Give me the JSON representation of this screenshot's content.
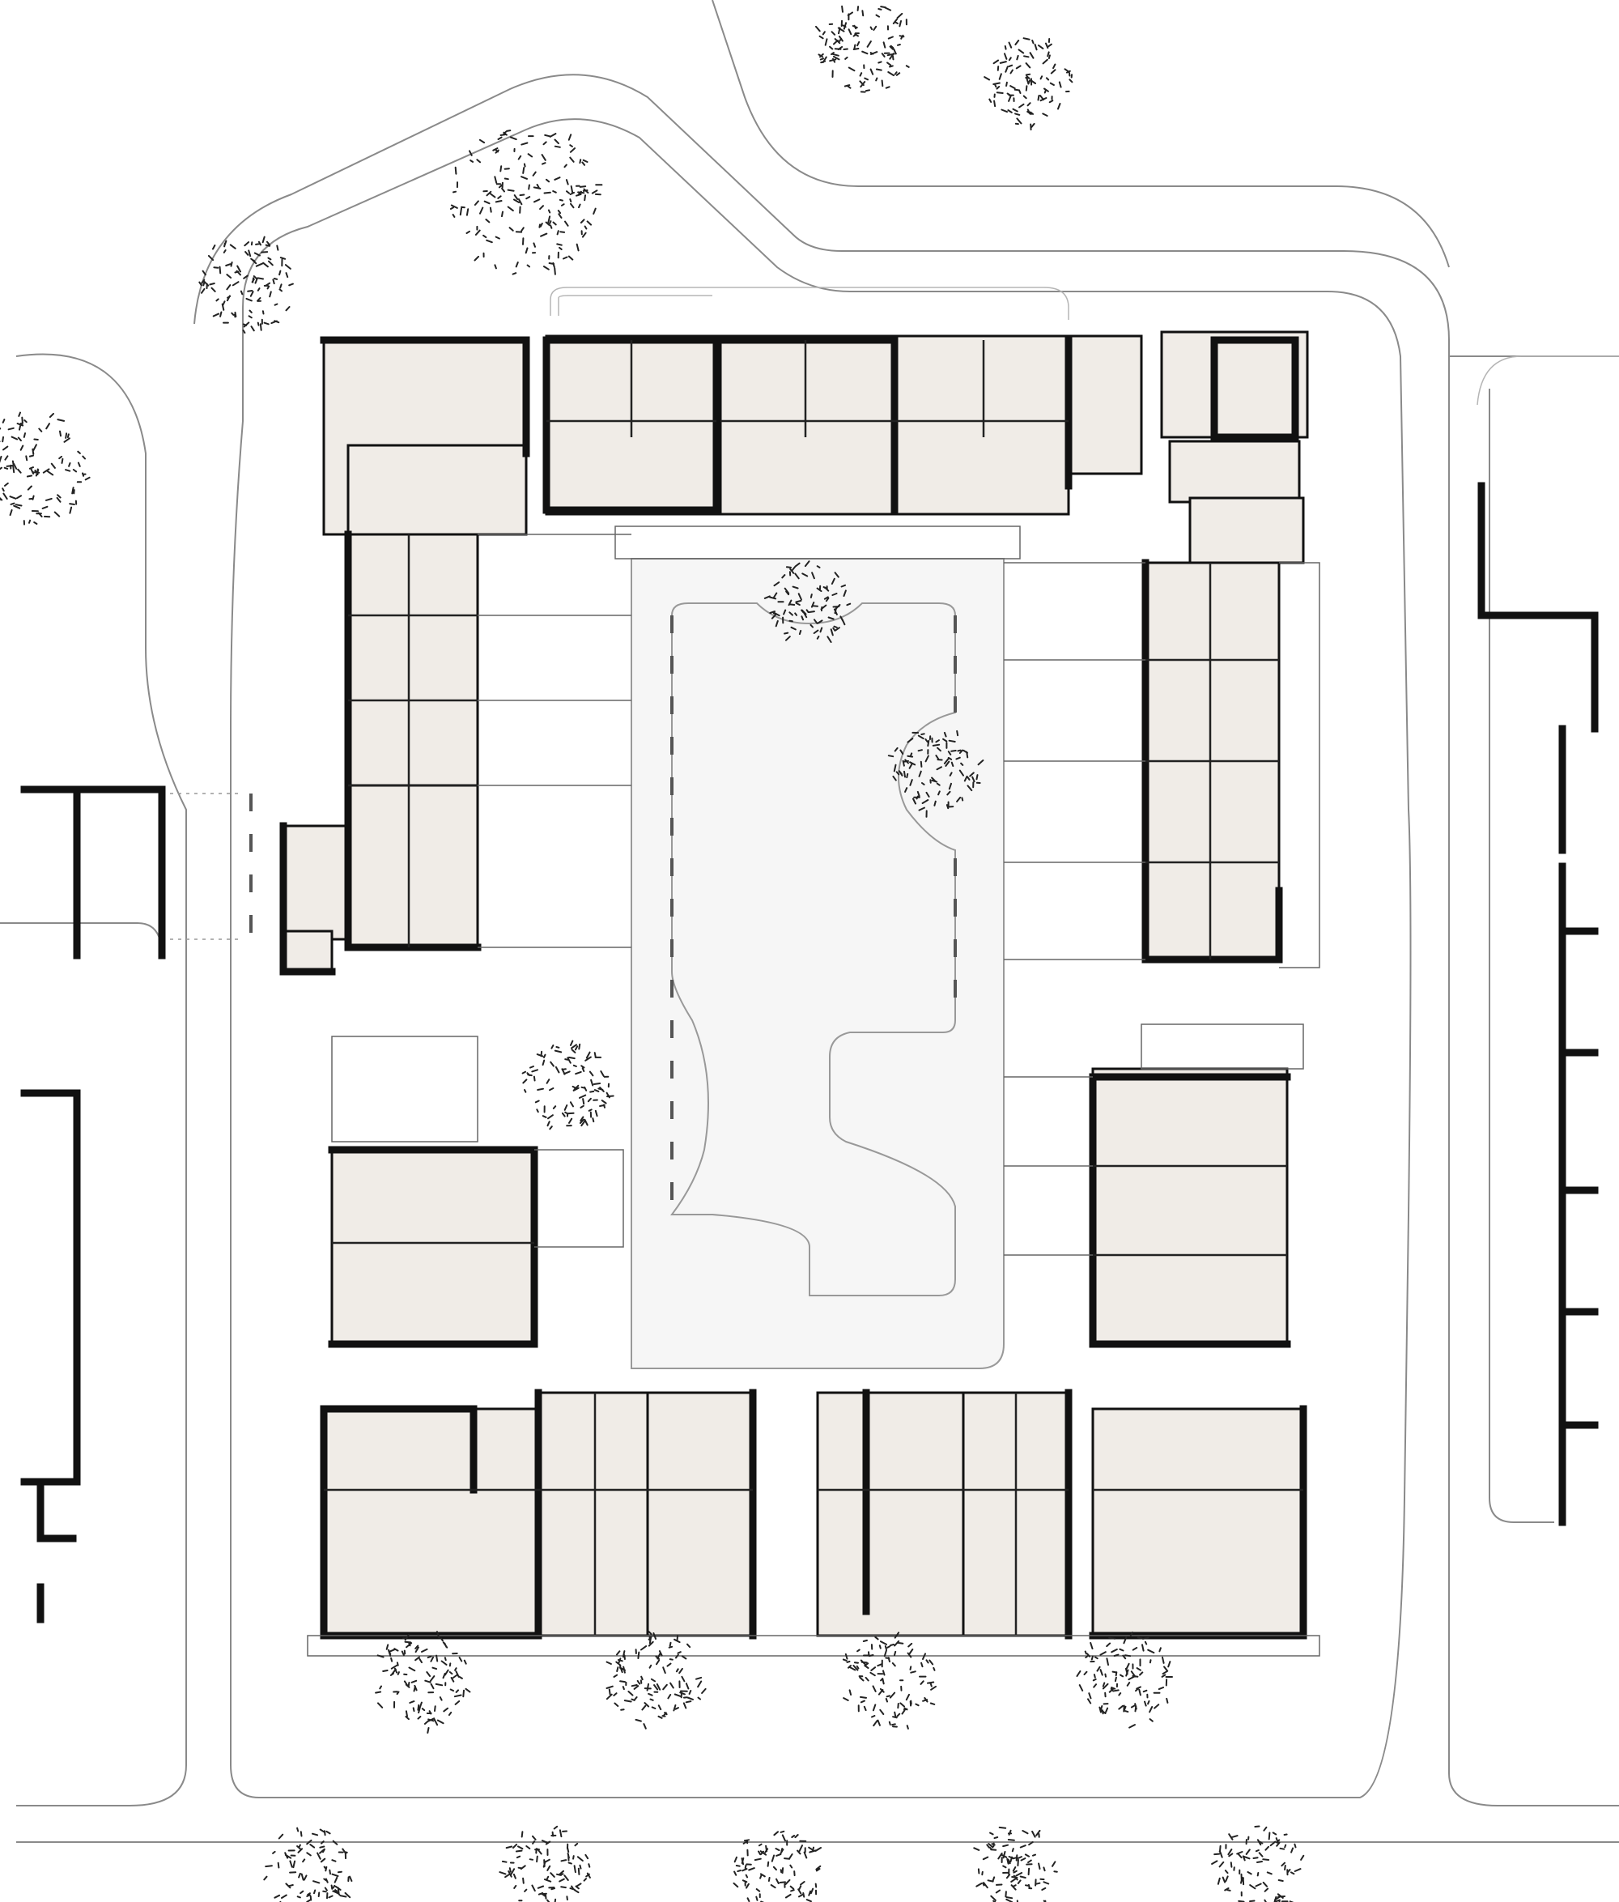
{
  "drawing": {
    "kind": "site-floor-plan",
    "colors": {
      "unit_fill": "#f0ece7",
      "wall": "#111111",
      "road_line": "#8a8a8a",
      "courtyard_fill": "#f6f6f6",
      "tree_ink": "#222222"
    },
    "elements": {
      "courtyard": "central-courtyard",
      "north_block": "north-terrace-block",
      "west_block": "west-terrace-block",
      "east_block": "east-terrace-block",
      "south_block": "south-terrace-block",
      "trees": "street-trees",
      "roads": "surrounding-roads"
    }
  }
}
